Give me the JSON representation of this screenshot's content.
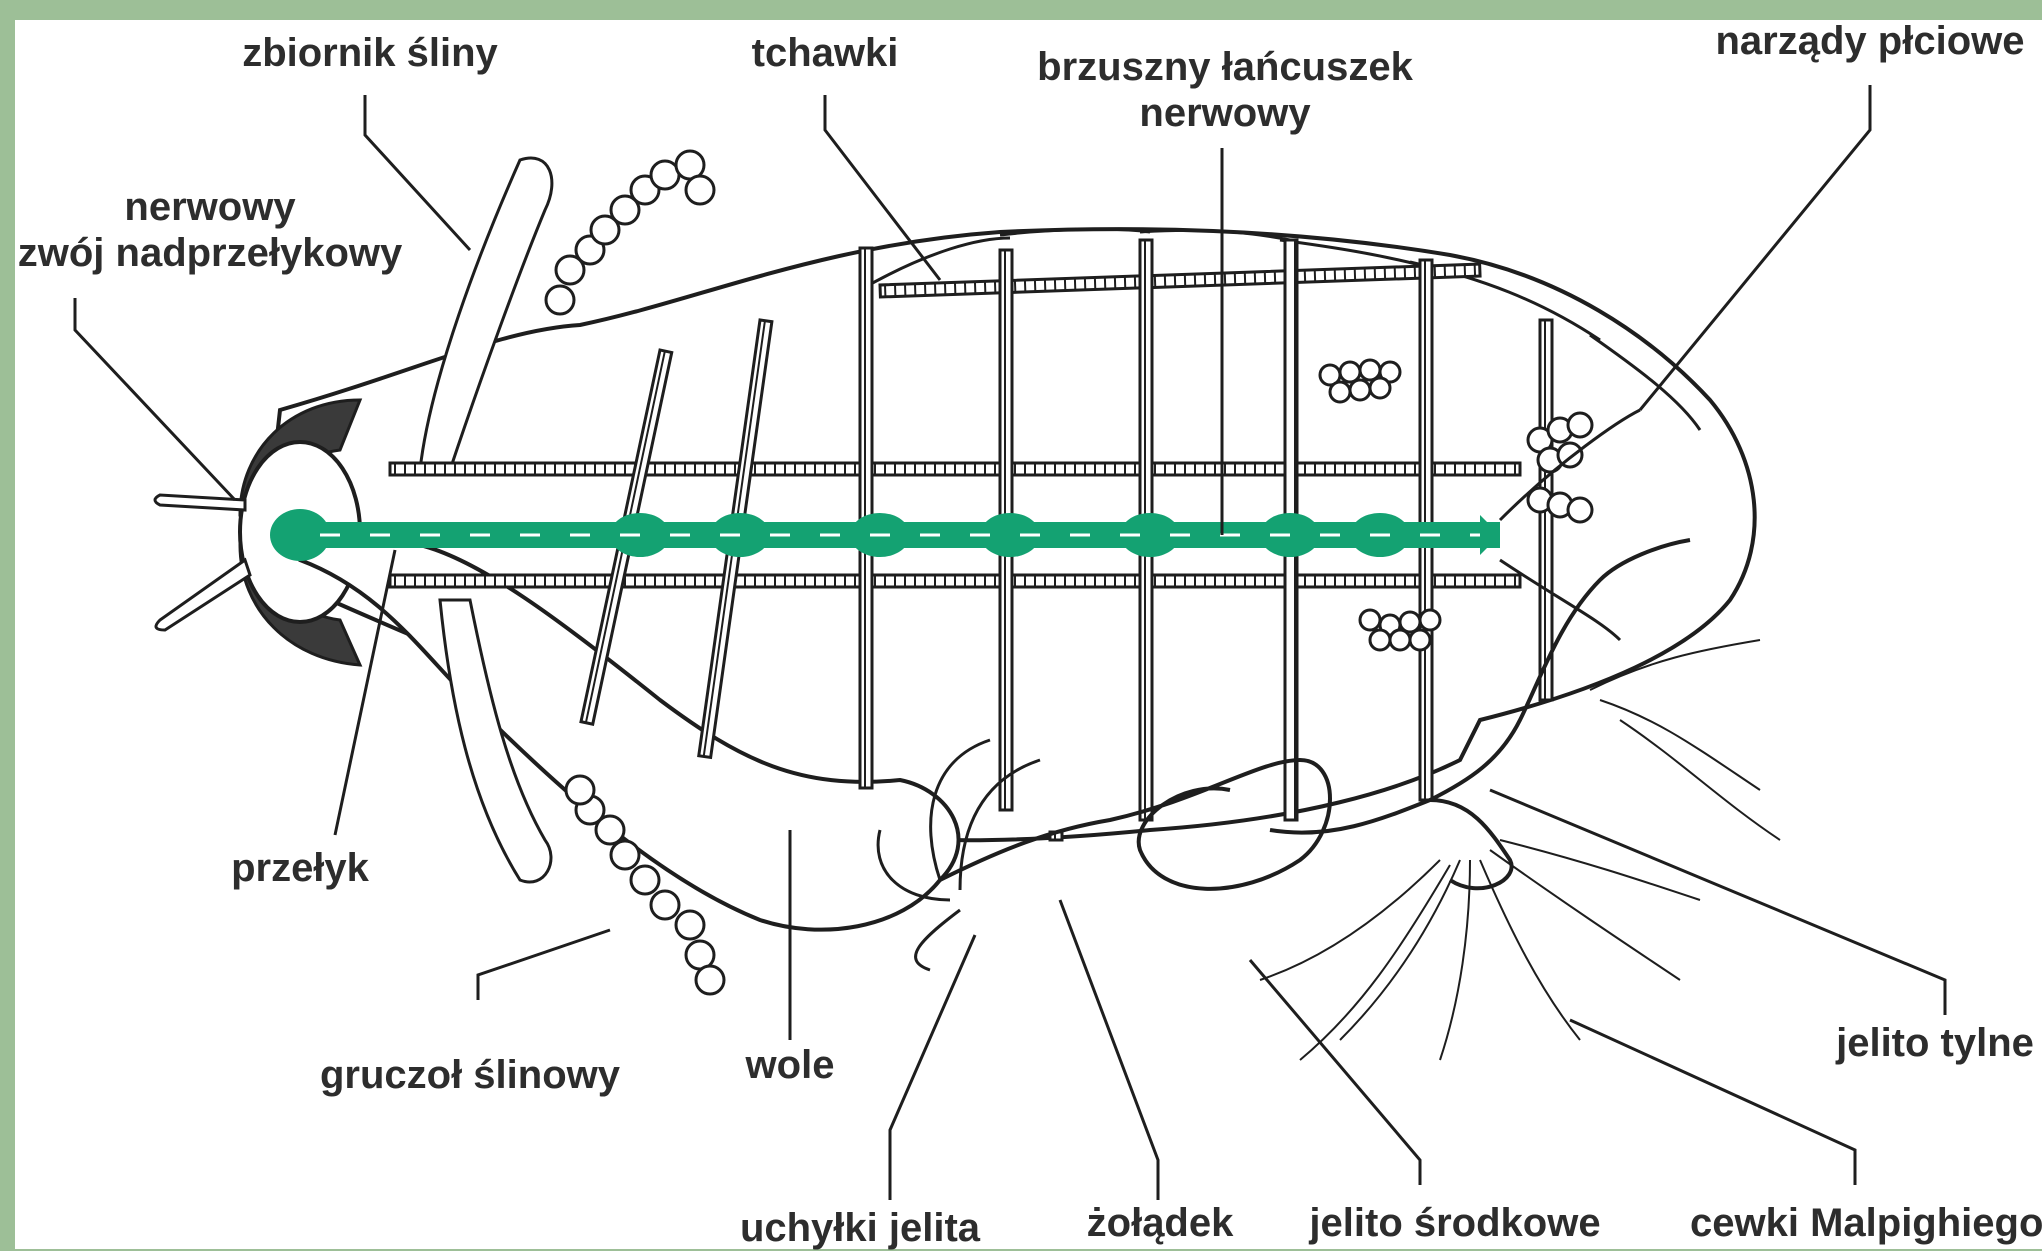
{
  "colors": {
    "background_frame": "#9dbf97",
    "panel": "#ffffff",
    "outline": "#1e1e1e",
    "nerve_cord": "#14a272",
    "head_cap": "#3a3a3a",
    "label_text": "#2d2d2d"
  },
  "labels": {
    "saliva_reservoir": "zbiornik śliny",
    "trachea": "tchawki",
    "ventral_nerve_cord_line1": "brzuszny łańcuszek",
    "ventral_nerve_cord_line2": "nerwowy",
    "sex_organs": "narządy płciowe",
    "ganglion_line1": "nerwowy",
    "ganglion_line2": "zwój nadprzełykowy",
    "esophagus": "przełyk",
    "salivary_gland": "gruczoł ślinowy",
    "crop": "wole",
    "hindgut": "jelito tylne",
    "gastric_caeca": "uchyłki jelita",
    "gizzard": "żołądek",
    "midgut": "jelito środkowe",
    "malpighian_tubules": "cewki Malpighiego"
  }
}
